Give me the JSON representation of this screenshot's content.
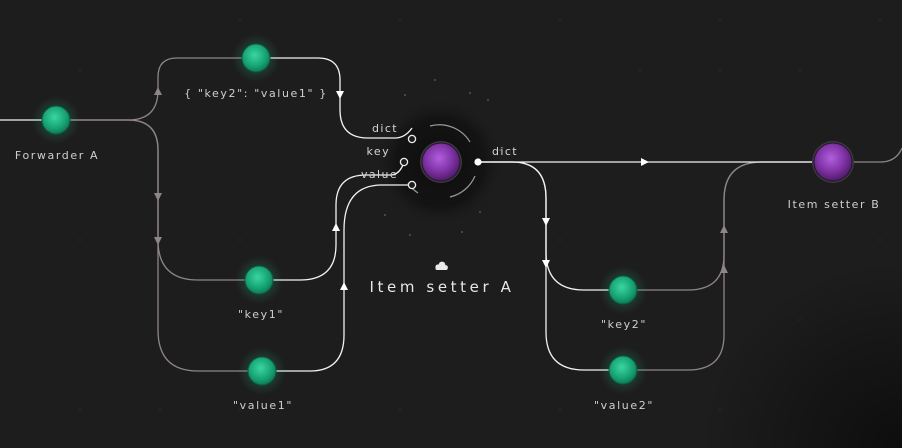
{
  "nodes": {
    "forwarder_a": {
      "label": "Forwarder A"
    },
    "dict_literal": {
      "label": "{ \"key2\": \"value1\" }"
    },
    "key1": {
      "label": "\"key1\""
    },
    "value1": {
      "label": "\"value1\""
    },
    "item_setter_a": {
      "label": "Item setter A",
      "inputs": [
        "dict",
        "key",
        "value"
      ],
      "output": "dict"
    },
    "key2": {
      "label": "\"key2\""
    },
    "value2": {
      "label": "\"value2\""
    },
    "item_setter_b": {
      "label": "Item setter B"
    }
  },
  "colors": {
    "background": "#1d1d1d",
    "data_node": "#1fae7f",
    "operator_node": "#8a3fb0",
    "wire_dim": "#8e8587",
    "wire_active": "#ffffff"
  },
  "icons": {
    "item_setter_a_badge": "cloud-icon"
  }
}
